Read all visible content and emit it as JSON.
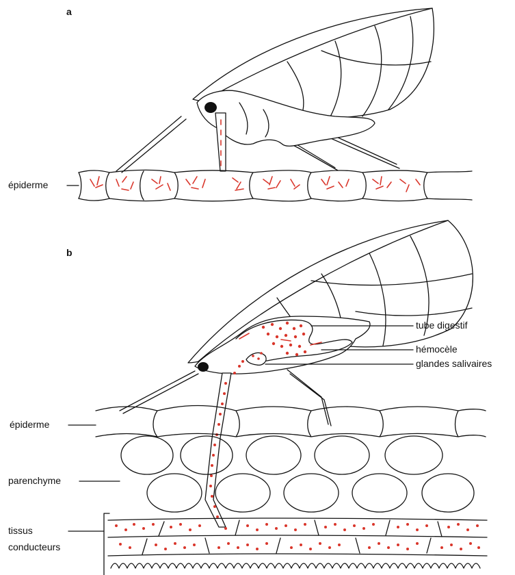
{
  "panels": {
    "a": {
      "letter": "a",
      "labels": {
        "epidermis": "épiderme"
      }
    },
    "b": {
      "letter": "b",
      "labels": {
        "gut": "tube digestif",
        "hemocoel": "hémocèle",
        "salivary": "glandes salivaires",
        "epidermis": "épiderme",
        "parenchyma": "parenchyme",
        "vascular_line1": "tissus",
        "vascular_line2": "conducteurs"
      }
    }
  },
  "colors": {
    "ink": "#111111",
    "sap": "#d9362b",
    "background": "#ffffff"
  }
}
